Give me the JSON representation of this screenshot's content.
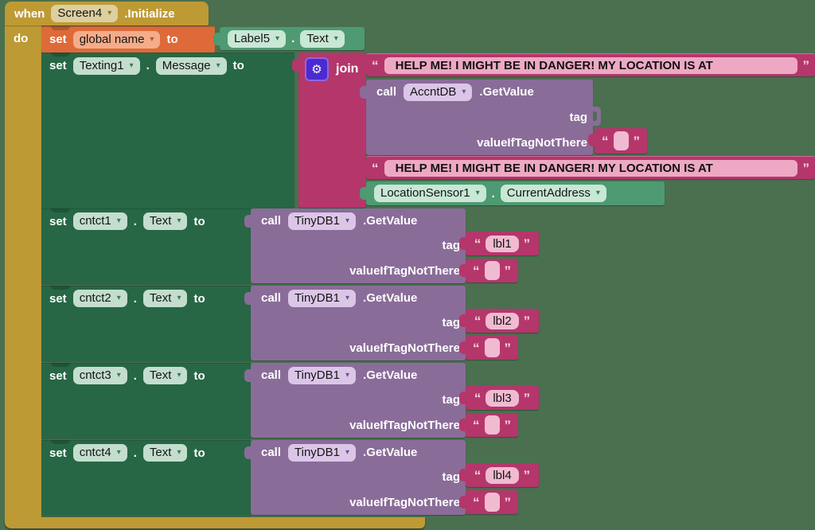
{
  "labels": {
    "when": "when",
    "initialize": ".Initialize",
    "do": "do",
    "set": "set",
    "to": "to",
    "dot": ".",
    "call": "call",
    "join": "join",
    "get_value": ".GetValue",
    "tag": "tag",
    "value_if_tag_not_there": "valueIfTagNotThere"
  },
  "fields": {
    "screen": "Screen4",
    "global_var": "global name",
    "label5": "Label5",
    "label5_prop": "Text",
    "texting": "Texting1",
    "texting_prop": "Message",
    "accnt_db": "AccntDB",
    "location_sensor": "LocationSensor1",
    "location_prop": "CurrentAddress",
    "tiny_db": "TinyDB1",
    "text_prop": "Text"
  },
  "strings": {
    "help_text": " HELP ME! I MIGHT BE IN DANGER! MY LOCATION IS AT ",
    "open_quote": "“",
    "close_quote": "”",
    "empty_string": ""
  },
  "icons": {
    "dropdown": "▾",
    "gear": "⚙"
  },
  "contacts": [
    {
      "component": "cntct1",
      "tag": "lbl1"
    },
    {
      "component": "cntct2",
      "tag": "lbl2"
    },
    {
      "component": "cntct3",
      "tag": "lbl3"
    },
    {
      "component": "cntct4",
      "tag": "lbl4"
    }
  ],
  "colors": {
    "background": "#4A7050",
    "control_gold": "#BE9A35",
    "variable_orange": "#DD6A38",
    "setter_green": "#276745",
    "getter_green": "#4E9A72",
    "text_magenta": "#B5366B",
    "call_purple": "#8A6C99",
    "mutator_blue": "#4B2BD0"
  }
}
